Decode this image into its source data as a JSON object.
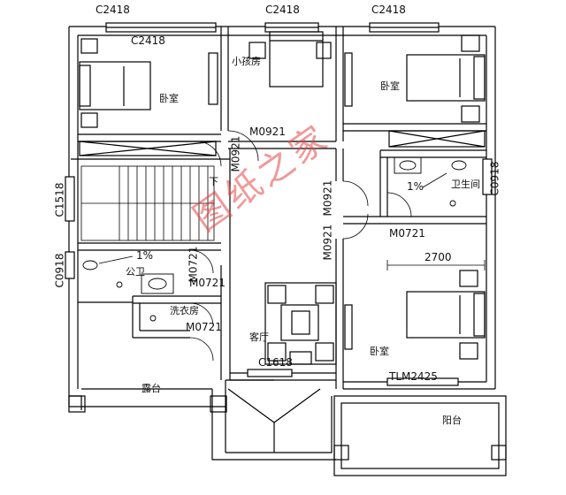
{
  "plan": {
    "rooms": {
      "bedroom_topleft": "卧室",
      "small_bedroom": "小孩房",
      "bedroom_topright": "卧室",
      "bathroom": "卫生间",
      "public_toilet": "公卫",
      "laundry": "洗衣房",
      "living_room": "客厅",
      "bedroom_lowright": "卧室",
      "terrace": "露台",
      "balcony": "阳台"
    },
    "windows": {
      "top_left": "C2418",
      "top_mid": "C2418",
      "top_right": "C2418",
      "inner_left": "C2418",
      "left_stair": "C1518",
      "left_wc": "C0918",
      "right_wc": "C0918",
      "living_bottom": "C1618",
      "sliding_door": "TLM2425"
    },
    "doors": {
      "m0921_a": "M0921",
      "m0921_b": "M0921",
      "m0921_c": "M0921",
      "m0921_d": "M0921",
      "m0721_a": "M0721",
      "m0721_b": "M0721",
      "m0721_c": "M0721",
      "m0721_d": "M0721"
    },
    "dimensions": {
      "dim_2700": "2700"
    },
    "slopes": {
      "slope_wc": "1%",
      "slope_bath": "1%"
    },
    "stair_mark": "下",
    "watermark": "图纸之家"
  }
}
